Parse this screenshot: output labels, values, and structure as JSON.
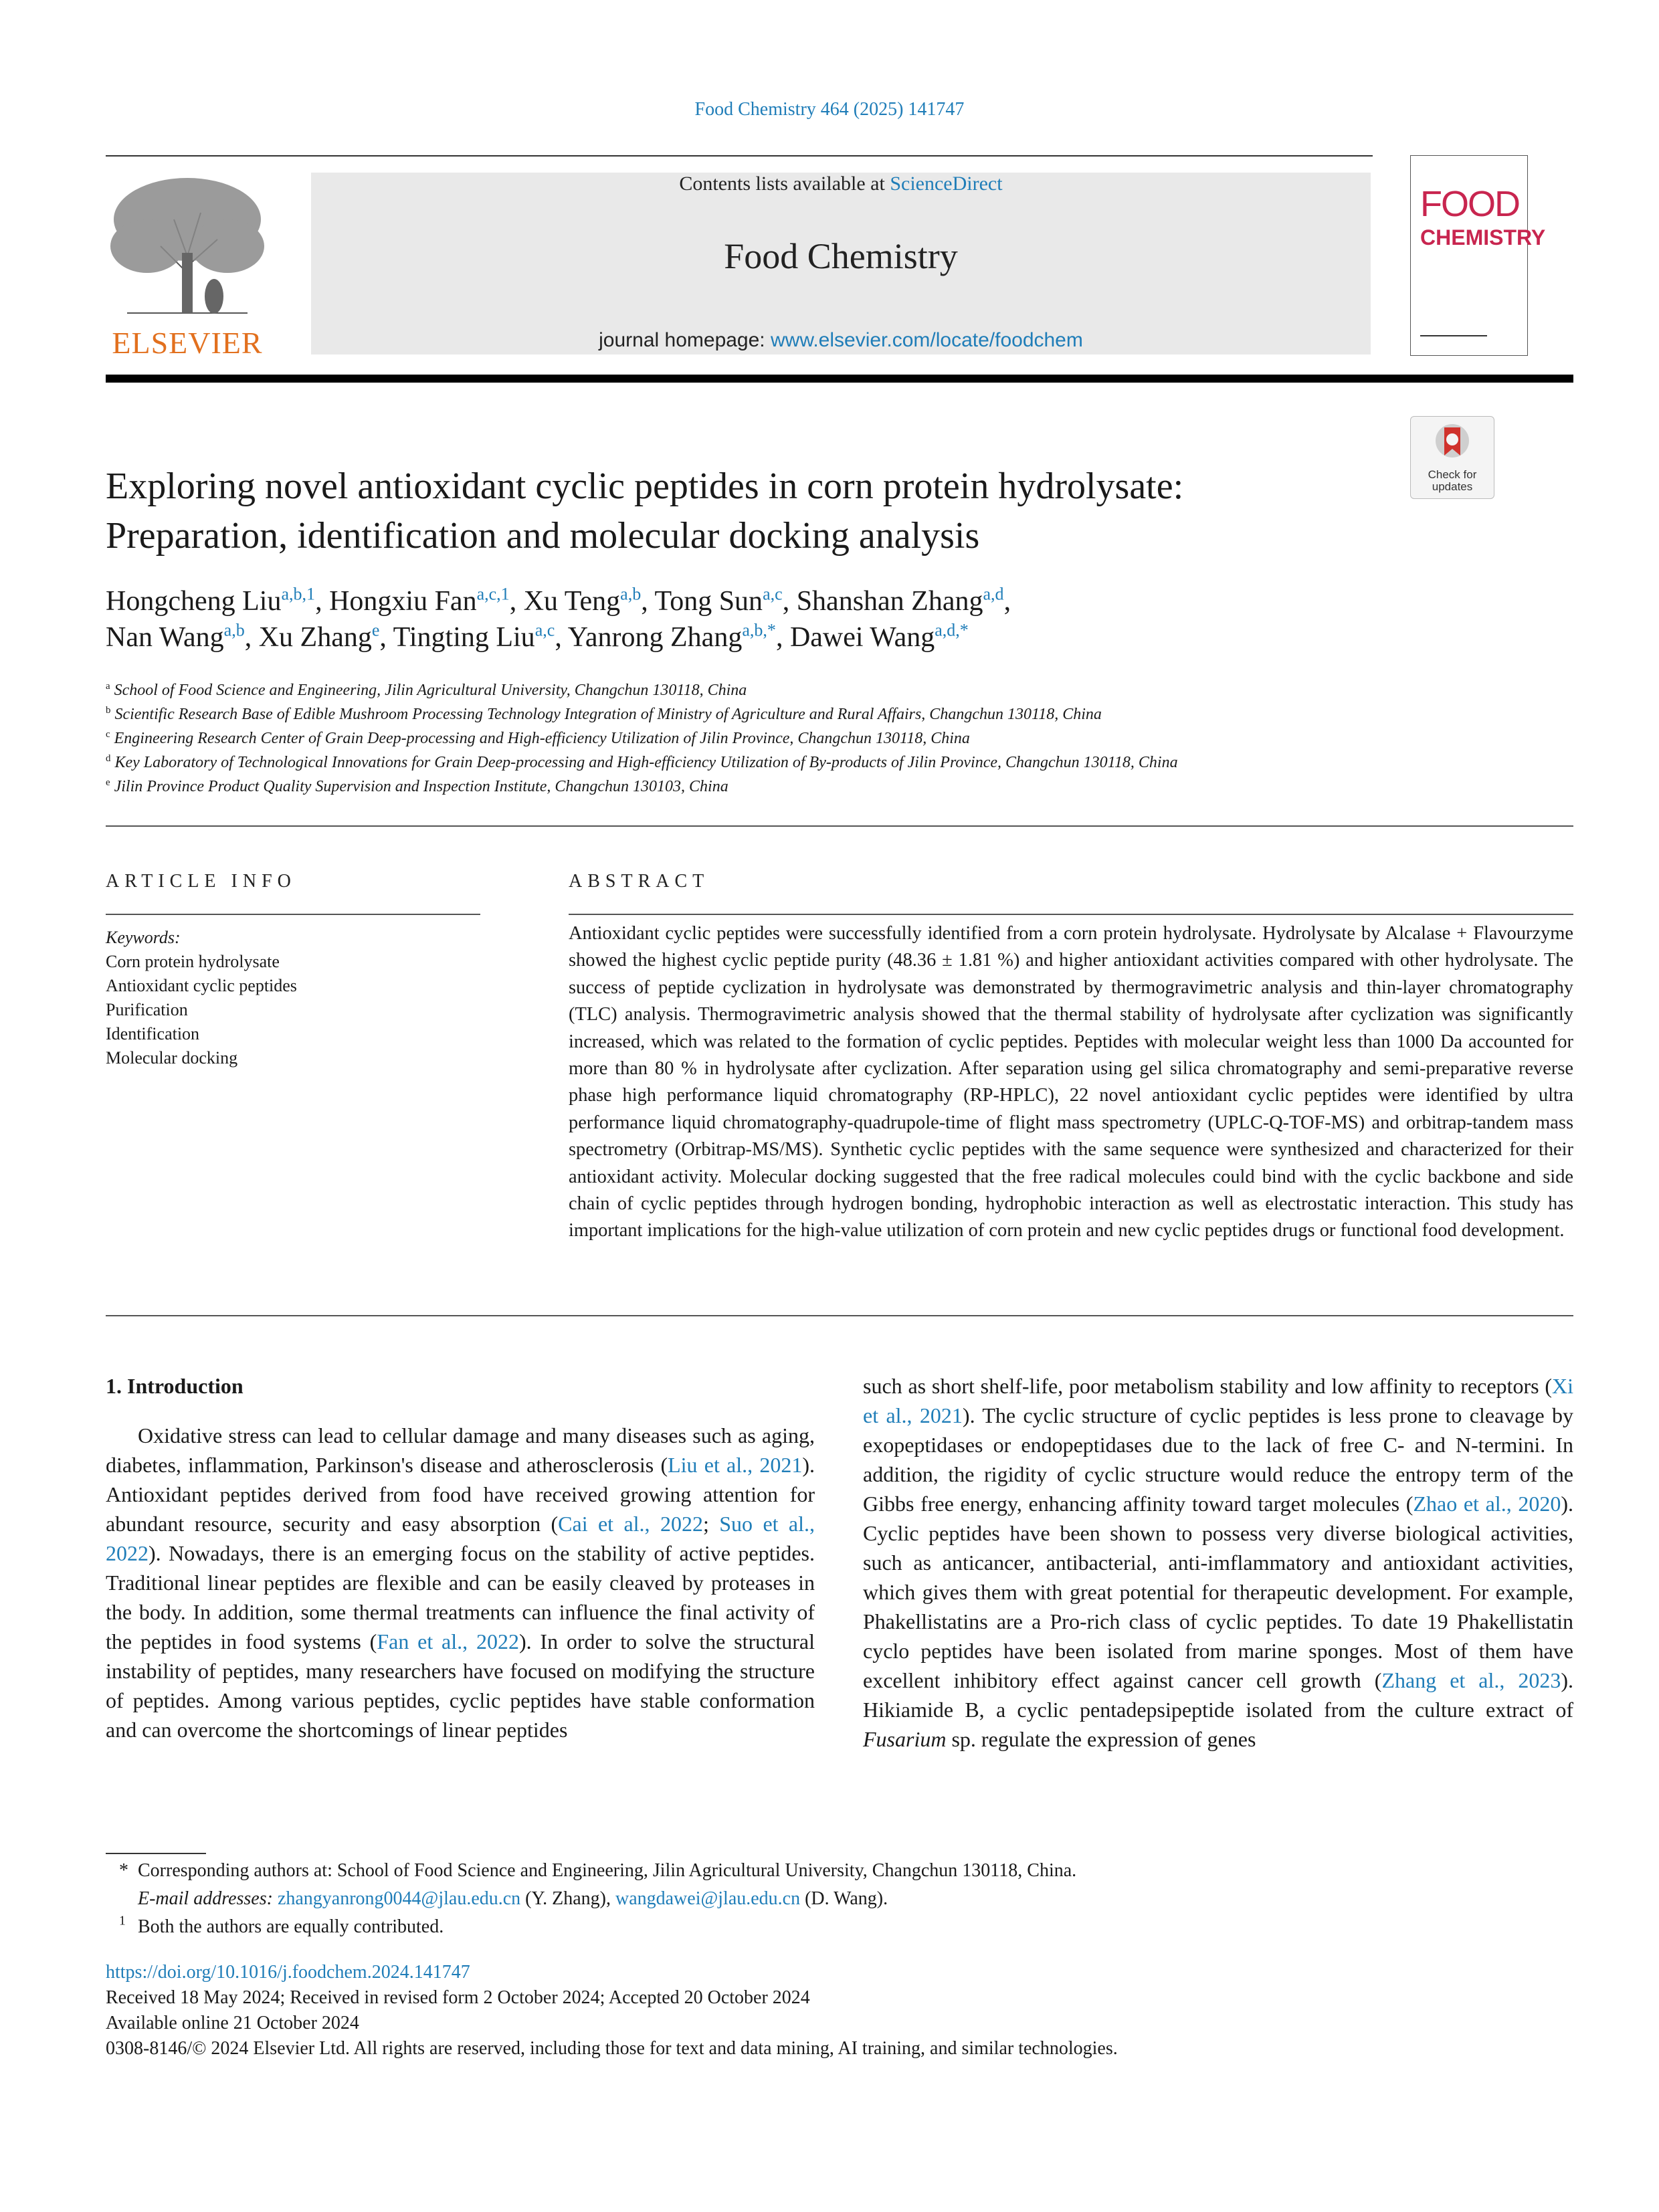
{
  "header": {
    "journal_ref": "Food Chemistry 464 (2025) 141747",
    "contents_prefix": "Contents lists available at ",
    "contents_link": "ScienceDirect",
    "journal_title": "Food Chemistry",
    "homepage_prefix": "journal homepage: ",
    "homepage_link": "www.elsevier.com/locate/foodchem",
    "publisher": "ELSEVIER",
    "cover_word1": "FOOD",
    "cover_word2": "CHEMISTRY",
    "check_label1": "Check for",
    "check_label2": "updates"
  },
  "article": {
    "title_line1": "Exploring novel antioxidant cyclic peptides in corn protein hydrolysate:",
    "title_line2": "Preparation, identification and molecular docking analysis",
    "authors": [
      {
        "name": "Hongcheng Liu",
        "sup": "a,b,1"
      },
      {
        "name": "Hongxiu Fan",
        "sup": "a,c,1"
      },
      {
        "name": "Xu Teng",
        "sup": "a,b"
      },
      {
        "name": "Tong Sun",
        "sup": "a,c"
      },
      {
        "name": "Shanshan Zhang",
        "sup": "a,d"
      },
      {
        "name": "Nan Wang",
        "sup": "a,b"
      },
      {
        "name": "Xu Zhang",
        "sup": "e"
      },
      {
        "name": "Tingting Liu",
        "sup": "a,c"
      },
      {
        "name": "Yanrong Zhang",
        "sup": "a,b,*"
      },
      {
        "name": "Dawei Wang",
        "sup": "a,d,*"
      }
    ],
    "affiliations": [
      {
        "key": "a",
        "text": "School of Food Science and Engineering, Jilin Agricultural University, Changchun 130118, China"
      },
      {
        "key": "b",
        "text": "Scientific Research Base of Edible Mushroom Processing Technology Integration of Ministry of Agriculture and Rural Affairs, Changchun 130118, China"
      },
      {
        "key": "c",
        "text": "Engineering Research Center of Grain Deep-processing and High-efficiency Utilization of Jilin Province, Changchun 130118, China"
      },
      {
        "key": "d",
        "text": "Key Laboratory of Technological Innovations for Grain Deep-processing and High-efficiency Utilization of By-products of Jilin Province, Changchun 130118, China"
      },
      {
        "key": "e",
        "text": "Jilin Province Product Quality Supervision and Inspection Institute, Changchun 130103, China"
      }
    ]
  },
  "info": {
    "heading": "ARTICLE INFO",
    "keywords_label": "Keywords:",
    "keywords": [
      "Corn protein hydrolysate",
      "Antioxidant cyclic peptides",
      "Purification",
      "Identification",
      "Molecular docking"
    ]
  },
  "abstract": {
    "heading": "ABSTRACT",
    "text": "Antioxidant cyclic peptides were successfully identified from a corn protein hydrolysate. Hydrolysate by Alcalase + Flavourzyme showed the highest cyclic peptide purity (48.36 ± 1.81 %) and higher antioxidant activities compared with other hydrolysate. The success of peptide cyclization in hydrolysate was demonstrated by thermogravimetric analysis and thin-layer chromatography (TLC) analysis. Thermogravimetric analysis showed that the thermal stability of hydrolysate after cyclization was significantly increased, which was related to the formation of cyclic peptides. Peptides with molecular weight less than 1000 Da accounted for more than 80 % in hydrolysate after cyclization. After separation using gel silica chromatography and semi-preparative reverse phase high performance liquid chromatography (RP-HPLC), 22 novel antioxidant cyclic peptides were identified by ultra performance liquid chromatography-quadrupole-time of flight mass spectrometry (UPLC-Q-TOF-MS) and orbitrap-tandem mass spectrometry (Orbitrap-MS/MS). Synthetic cyclic peptides with the same sequence were synthesized and characterized for their antioxidant activity. Molecular docking suggested that the free radical molecules could bind with the cyclic backbone and side chain of cyclic peptides through hydrogen bonding, hydrophobic interaction as well as electrostatic interaction. This study has important implications for the high-value utilization of corn protein and new cyclic peptides drugs or functional food development."
  },
  "intro": {
    "heading": "1.  Introduction",
    "col1": [
      {
        "t": "Oxidative stress can lead to cellular damage and many diseases such as aging, diabetes, inflammation, Parkinson's disease and atherosclerosis ("
      },
      {
        "l": "Liu et al., 2021"
      },
      {
        "t": "). Antioxidant peptides derived from food have received growing attention for abundant resource, security and easy absorption ("
      },
      {
        "l": "Cai et al., 2022"
      },
      {
        "t": "; "
      },
      {
        "l": "Suo et al., 2022"
      },
      {
        "t": "). Nowadays, there is an emerging focus on the stability of active peptides. Traditional linear peptides are flexible and can be easily cleaved by proteases in the body. In addition, some thermal treatments can influence the final activity of the peptides in food systems ("
      },
      {
        "l": "Fan et al., 2022"
      },
      {
        "t": "). In order to solve the structural instability of peptides, many researchers have focused on modifying the structure of peptides. Among various peptides, cyclic peptides have stable conformation and can overcome the shortcomings of linear peptides"
      }
    ],
    "col2": [
      {
        "t": "such as short shelf-life, poor metabolism stability and low affinity to receptors ("
      },
      {
        "l": "Xi et al., 2021"
      },
      {
        "t": "). The cyclic structure of cyclic peptides is less prone to cleavage by exopeptidases or endopeptidases due to the lack of free C- and N-termini. In addition, the rigidity of cyclic structure would reduce the entropy term of the Gibbs free energy, enhancing affinity toward target molecules ("
      },
      {
        "l": "Zhao et al., 2020"
      },
      {
        "t": "). Cyclic peptides have been shown to possess very diverse biological activities, such as anticancer, antibacterial, anti-imflammatory and antioxidant activities, which gives them with great potential for therapeutic development. For example, Phakellistatins are a Pro-rich class of cyclic peptides. To date 19 Phakellistatin cyclo peptides have been isolated from marine sponges. Most of them have excellent inhibitory effect against cancer cell growth ("
      },
      {
        "l": "Zhang et al., 2023"
      },
      {
        "t": "). Hikiamide B, a cyclic pentadepsipeptide isolated from the culture extract of "
      },
      {
        "i": "Fusarium"
      },
      {
        "t": " sp. regulate the expression of genes"
      }
    ]
  },
  "footnotes": {
    "corr_sym": "*",
    "corr_text": "Corresponding authors at: School of Food Science and Engineering, Jilin Agricultural University, Changchun 130118, China.",
    "email_label": "E-mail addresses: ",
    "email1": "zhangyanrong0044@jlau.edu.cn",
    "email1_owner": " (Y. Zhang), ",
    "email2": "wangdawei@jlau.edu.cn",
    "email2_owner": " (D. Wang).",
    "equal_sym": "1",
    "equal_text": "Both the authors are equally contributed."
  },
  "pubinfo": {
    "doi": "https://doi.org/10.1016/j.foodchem.2024.141747",
    "received": "Received 18 May 2024; Received in revised form 2 October 2024; Accepted 20 October 2024",
    "available": "Available online 21 October 2024",
    "copyright": "0308-8146/© 2024 Elsevier Ltd. All rights are reserved, including those for text and data mining, AI training, and similar technologies."
  },
  "colors": {
    "link": "#1f7db8",
    "elsevier_orange": "#e2701e",
    "cover_red": "#c8254f"
  }
}
